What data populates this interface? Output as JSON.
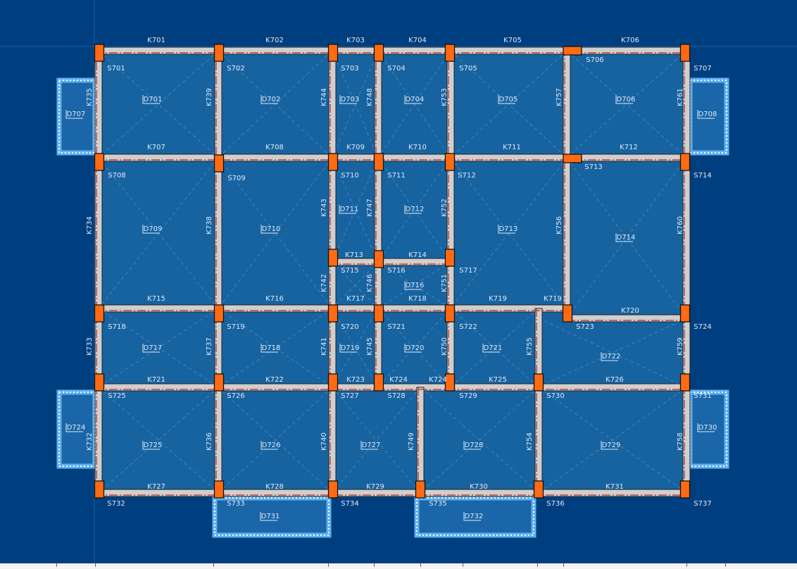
{
  "title": "Floor 7 structural plan",
  "colors": {
    "background": "#003f7f",
    "slab": "#1763a0",
    "beam": "#cfcfcf",
    "column": "#ff6a13",
    "axis_line": "#b02a2a",
    "balcony": "#5fb0f0",
    "label": "#dfe9f6"
  },
  "beam_labels": [
    "K701",
    "K702",
    "K703",
    "K704",
    "K705",
    "K706",
    "K707",
    "K708",
    "K709",
    "K710",
    "K711",
    "K712",
    "K713",
    "K714",
    "K715",
    "K716",
    "K717",
    "K718",
    "K719",
    "K719",
    "K720",
    "K721",
    "K722",
    "K723",
    "K724",
    "K724",
    "K725",
    "K726",
    "K727",
    "K728",
    "K729",
    "K730",
    "K731"
  ],
  "vertical_beam_labels": [
    "K735",
    "K739",
    "K744",
    "K748",
    "K753",
    "K757",
    "K761",
    "K734",
    "K738",
    "K743",
    "K747",
    "K752",
    "K756",
    "K760",
    "K742",
    "K746",
    "K751",
    "K733",
    "K737",
    "K741",
    "K745",
    "K750",
    "K755",
    "K759",
    "K732",
    "K736",
    "K740",
    "K749",
    "K754",
    "K758"
  ],
  "slab_labels": [
    "S701",
    "S702",
    "S703",
    "S704",
    "S705",
    "S706",
    "S707",
    "S708",
    "S709",
    "S710",
    "S711",
    "S712",
    "S713",
    "S714",
    "S715",
    "S716",
    "S717",
    "S718",
    "S719",
    "S720",
    "S721",
    "S722",
    "S723",
    "S724",
    "S725",
    "S726",
    "S727",
    "S728",
    "S729",
    "S730",
    "S731",
    "S732",
    "S733",
    "S734",
    "S735",
    "S736",
    "S737"
  ],
  "floor_labels": [
    "D701",
    "D702",
    "D703",
    "D704",
    "D705",
    "D706",
    "D707",
    "D708",
    "D709",
    "D710",
    "D711",
    "D712",
    "D713",
    "D714",
    "D716",
    "D717",
    "D718",
    "D719",
    "D720",
    "D721",
    "D722",
    "D724",
    "D725",
    "D726",
    "D727",
    "D728",
    "D729",
    "D730",
    "D731",
    "D732"
  ]
}
